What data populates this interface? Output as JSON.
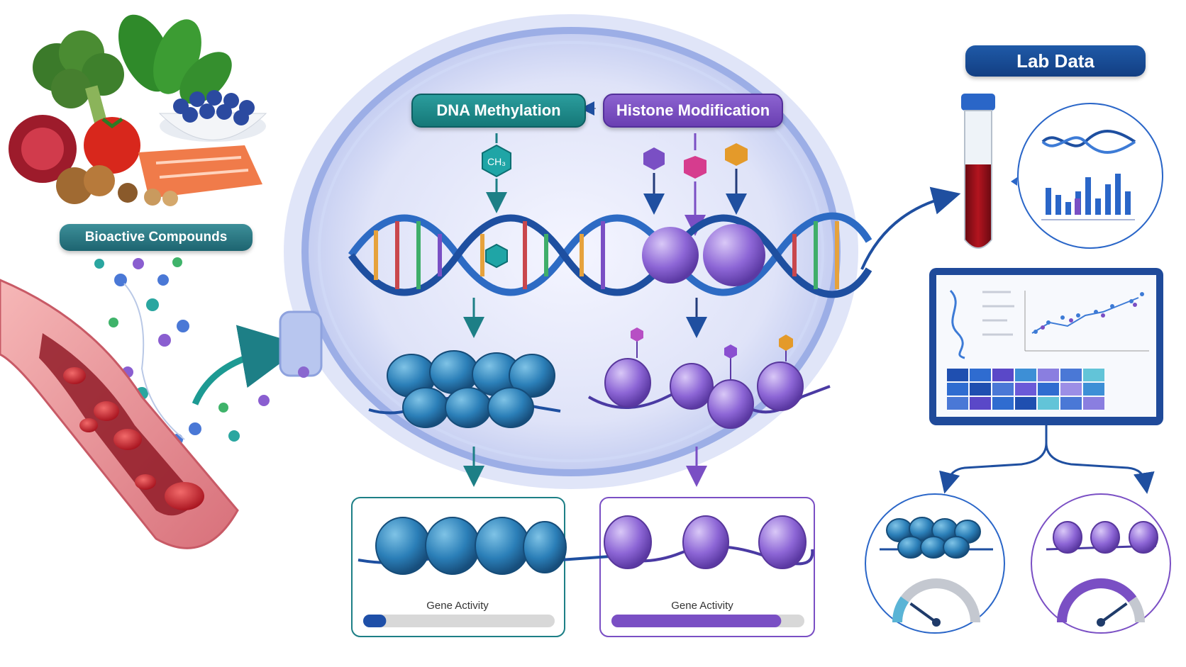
{
  "labels": {
    "bioactive": "Bioactive Compounds",
    "dna_methylation": "DNA Methylation",
    "histone_modification": "Histone Modification",
    "lab_data": "Lab Data",
    "methyl": "CH₃",
    "gene_activity_left": "Gene Activity",
    "gene_activity_right": "Gene Activity"
  },
  "gene_activity": {
    "methylated_level": 0.12,
    "acetylated_level": 0.88
  },
  "gauges": {
    "condensed_level": 0.2,
    "open_level": 0.8
  },
  "colors": {
    "teal": "#1d7f86",
    "purple": "#7a4fc4",
    "blue": "#1f5aa8",
    "cell_membrane": "#a8b8ea",
    "blood": "#c72a3a"
  },
  "icons": [
    "food-icon",
    "blood-vessel-icon",
    "cell-icon",
    "dna-helix-icon",
    "nucleosome-icon",
    "test-tube-icon",
    "monitor-icon",
    "gauge-icon"
  ]
}
